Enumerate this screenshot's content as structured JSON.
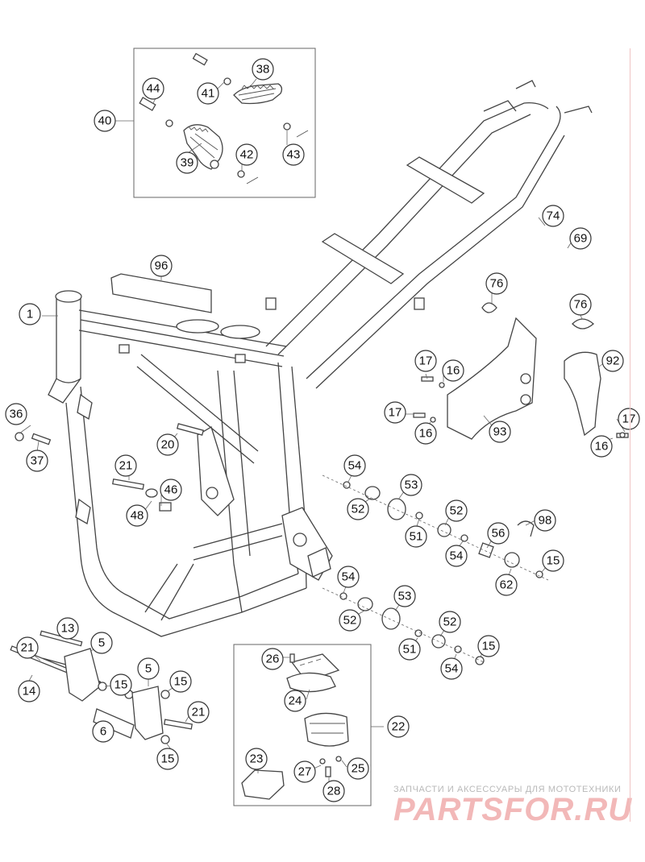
{
  "callouts": [
    "1",
    "5",
    "5",
    "6",
    "13",
    "14",
    "15",
    "15",
    "15",
    "15",
    "15",
    "16",
    "16",
    "16",
    "17",
    "17",
    "17",
    "20",
    "21",
    "21",
    "21",
    "22",
    "23",
    "24",
    "25",
    "26",
    "27",
    "28",
    "36",
    "37",
    "38",
    "39",
    "40",
    "41",
    "42",
    "43",
    "44",
    "46",
    "48",
    "51",
    "51",
    "52",
    "52",
    "52",
    "52",
    "53",
    "53",
    "54",
    "54",
    "54",
    "54",
    "56",
    "62",
    "69",
    "74",
    "76",
    "76",
    "92",
    "93",
    "96",
    "98"
  ],
  "watermark": {
    "subtitle": "ЗАПЧАСТИ И АКСЕССУАРЫ ДЛЯ МОТОТЕХНИКИ",
    "brand": "PARTSFOR.RU"
  },
  "colors": {
    "line": "#444444",
    "watermark_text": "#f2b8b8",
    "watermark_sub": "#b9b9b9"
  }
}
